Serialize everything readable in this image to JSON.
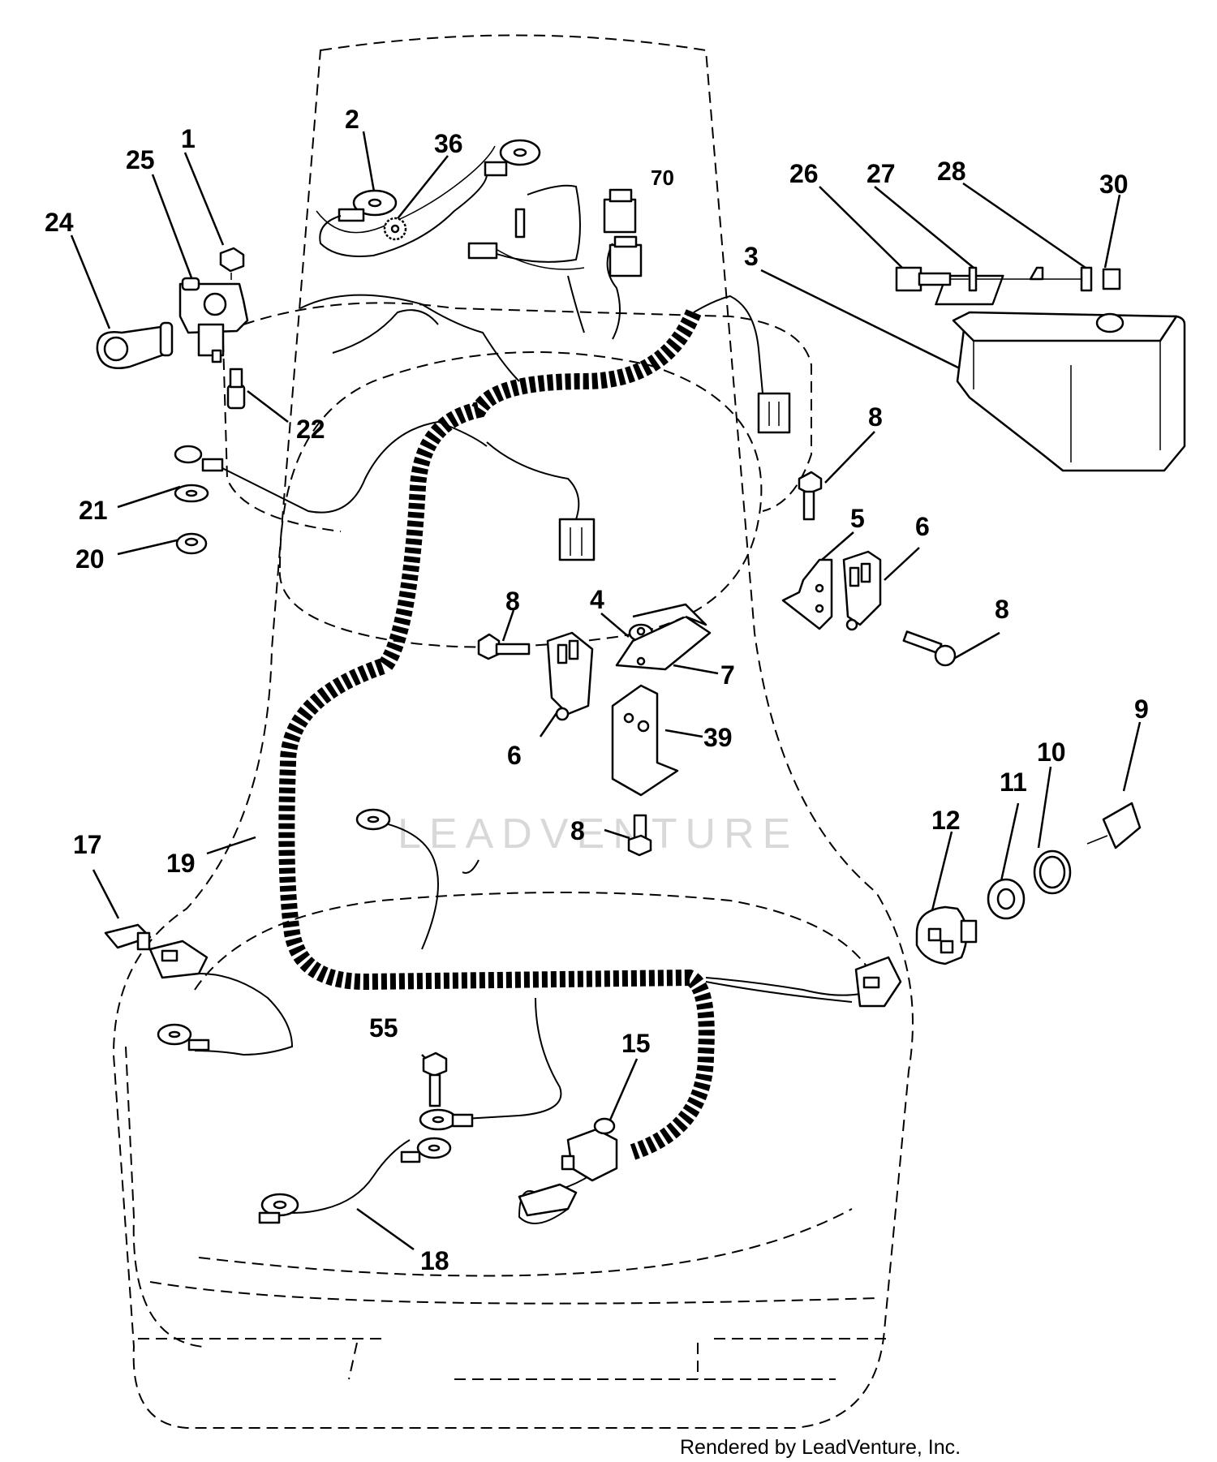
{
  "callouts": {
    "c1": "1",
    "c2": "2",
    "c3": "3",
    "c4": "4",
    "c5": "5",
    "c6a": "6",
    "c6b": "6",
    "c7": "7",
    "c8a": "8",
    "c8b": "8",
    "c8c": "8",
    "c8d": "8",
    "c9": "9",
    "c10": "10",
    "c11": "11",
    "c12": "12",
    "c15": "15",
    "c17": "17",
    "c18": "18",
    "c19": "19",
    "c20": "20",
    "c21": "21",
    "c22": "22",
    "c24": "24",
    "c25": "25",
    "c26": "26",
    "c27": "27",
    "c28": "28",
    "c30": "30",
    "c36": "36",
    "c39": "39",
    "c55": "55",
    "c70": "70"
  },
  "watermark": "LEADVENTURE",
  "credit": "Rendered by LeadVenture, Inc."
}
